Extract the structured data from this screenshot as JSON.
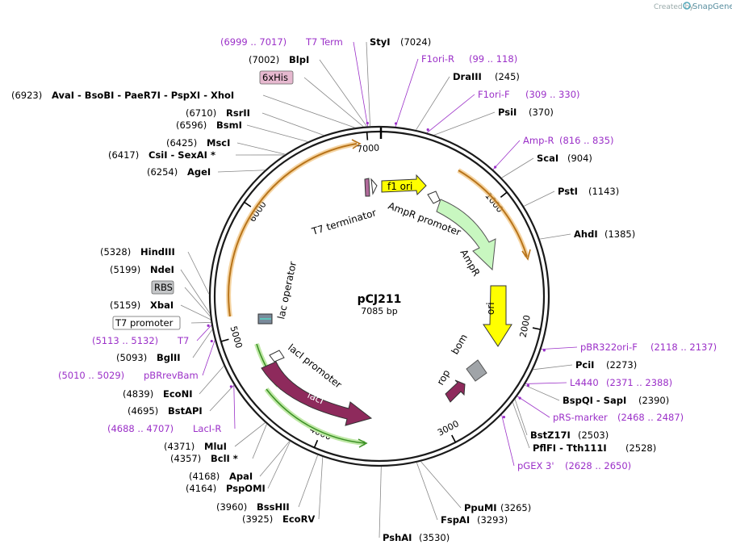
{
  "plasmid": {
    "name": "pCJ211",
    "size": "7085 bp",
    "length": 7085,
    "credit": "Created by",
    "brand": "SnapGene"
  },
  "colors": {
    "backbone": "#1a1a1a",
    "orange_arrow": "#e8a23a",
    "ampR": "#c8f7c0",
    "ori": "#ffff00",
    "f1ori": "#ffff00",
    "lacI": "#8e2a5c",
    "rop": "#8e2a5c",
    "bom": "#a0a4a8",
    "lacI_green": "#7fcf4e",
    "primer": "#9b30c8"
  },
  "ticks": [
    {
      "label": "1000",
      "pos": 1000
    },
    {
      "label": "2000",
      "pos": 2000
    },
    {
      "label": "3000",
      "pos": 3000
    },
    {
      "label": "4000",
      "pos": 4000
    },
    {
      "label": "5000",
      "pos": 5000
    },
    {
      "label": "6000",
      "pos": 6000
    },
    {
      "label": "7000",
      "pos": 7000
    }
  ],
  "features": [
    {
      "id": "f1ori",
      "label": "f1 ori"
    },
    {
      "id": "ampr_promoter",
      "label": "AmpR promoter"
    },
    {
      "id": "ampr",
      "label": "AmpR"
    },
    {
      "id": "ori",
      "label": "ori"
    },
    {
      "id": "rop",
      "label": "rop"
    },
    {
      "id": "bom",
      "label": "bom"
    },
    {
      "id": "laci",
      "label": "lacI"
    },
    {
      "id": "laci_promoter",
      "label": "lacI promoter"
    },
    {
      "id": "lac_operator",
      "label": "lac operator"
    },
    {
      "id": "t7_terminator",
      "label": "T7 terminator"
    }
  ],
  "site_labels": [
    {
      "pos": "(6999 .. 7017)",
      "name": "T7 Term",
      "kind": "primer"
    },
    {
      "pos": "(7024)",
      "name": "StyI",
      "kind": "site"
    },
    {
      "pos": "(7002)",
      "name": "BlpI",
      "kind": "site"
    },
    {
      "pos": "",
      "name": "6xHis",
      "kind": "box"
    },
    {
      "pos": "(6923)",
      "name": "AvaI - BsoBI - PaeR7I - PspXI - XhoI",
      "kind": "site"
    },
    {
      "pos": "(6710)",
      "name": "RsrII",
      "kind": "site"
    },
    {
      "pos": "(6596)",
      "name": "BsmI",
      "kind": "site"
    },
    {
      "pos": "(6425)",
      "name": "MscI",
      "kind": "site"
    },
    {
      "pos": "(6417)",
      "name": "CsiI - SexAI *",
      "kind": "site"
    },
    {
      "pos": "(6254)",
      "name": "AgeI",
      "kind": "site"
    },
    {
      "pos": "(5328)",
      "name": "HindIII",
      "kind": "site"
    },
    {
      "pos": "(5199)",
      "name": "NdeI",
      "kind": "site"
    },
    {
      "pos": "",
      "name": "RBS",
      "kind": "graybox"
    },
    {
      "pos": "(5159)",
      "name": "XbaI",
      "kind": "site"
    },
    {
      "pos": "",
      "name": "T7 promoter",
      "kind": "whitebox"
    },
    {
      "pos": "(5113 .. 5132)",
      "name": "T7",
      "kind": "primer"
    },
    {
      "pos": "(5093)",
      "name": "BglII",
      "kind": "site"
    },
    {
      "pos": "(5010 .. 5029)",
      "name": "pBRrevBam",
      "kind": "primer"
    },
    {
      "pos": "(4839)",
      "name": "EcoNI",
      "kind": "site"
    },
    {
      "pos": "(4695)",
      "name": "BstAPI",
      "kind": "site"
    },
    {
      "pos": "(4688 .. 4707)",
      "name": "LacI-R",
      "kind": "primer"
    },
    {
      "pos": "(4371)",
      "name": "MluI",
      "kind": "site"
    },
    {
      "pos": "(4357)",
      "name": "BclI *",
      "kind": "site"
    },
    {
      "pos": "(4168)",
      "name": "ApaI",
      "kind": "site"
    },
    {
      "pos": "(4164)",
      "name": "PspOMI",
      "kind": "site"
    },
    {
      "pos": "(3960)",
      "name": "BssHII",
      "kind": "site"
    },
    {
      "pos": "(3925)",
      "name": "EcoRV",
      "kind": "site"
    },
    {
      "pos": "(3530)",
      "name": "PshAI",
      "kind": "site"
    },
    {
      "pos": "(3293)",
      "name": "FspAI",
      "kind": "site"
    },
    {
      "pos": "(3265)",
      "name": "PpuMI",
      "kind": "site"
    },
    {
      "pos": "(2628 .. 2650)",
      "name": "pGEX 3'",
      "kind": "primer"
    },
    {
      "pos": "(2528)",
      "name": "PflFI - Tth111I",
      "kind": "site"
    },
    {
      "pos": "(2503)",
      "name": "BstZ17I",
      "kind": "site"
    },
    {
      "pos": "(2468 .. 2487)",
      "name": "pRS-marker",
      "kind": "primer"
    },
    {
      "pos": "(2390)",
      "name": "BspQI - SapI",
      "kind": "site"
    },
    {
      "pos": "(2371 .. 2388)",
      "name": "L4440",
      "kind": "primer"
    },
    {
      "pos": "(2273)",
      "name": "PciI",
      "kind": "site"
    },
    {
      "pos": "(2118 .. 2137)",
      "name": "pBR322ori-F",
      "kind": "primer"
    },
    {
      "pos": "(1385)",
      "name": "AhdI",
      "kind": "site"
    },
    {
      "pos": "(1143)",
      "name": "PstI",
      "kind": "site"
    },
    {
      "pos": "(904)",
      "name": "ScaI",
      "kind": "site"
    },
    {
      "pos": "(816 .. 835)",
      "name": "Amp-R",
      "kind": "primer"
    },
    {
      "pos": "(370)",
      "name": "PsiI",
      "kind": "site"
    },
    {
      "pos": "(309 .. 330)",
      "name": "F1ori-F",
      "kind": "primer"
    },
    {
      "pos": "(245)",
      "name": "DraIII",
      "kind": "site"
    },
    {
      "pos": "(99 .. 118)",
      "name": "F1ori-R",
      "kind": "primer"
    }
  ]
}
